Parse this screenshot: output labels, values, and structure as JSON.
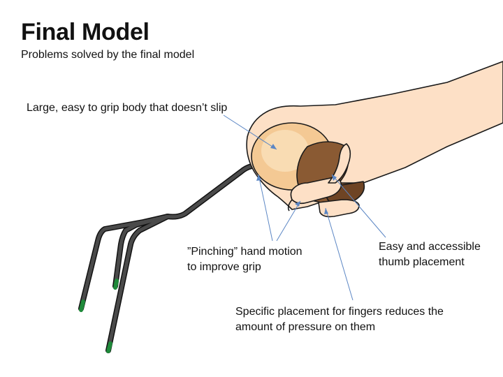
{
  "slide": {
    "title": "Final Model",
    "subtitle": "Problems solved by the final model"
  },
  "callouts": {
    "grip": "Large, easy to grip body that doesn’t slip",
    "pinch_line1": "”Pinching” hand motion",
    "pinch_line2": "to improve grip",
    "thumb_line1": "Easy and accessible",
    "thumb_line2": "thumb placement",
    "fingers_line1": "Specific placement for fingers reduces the",
    "fingers_line2": "amount of pressure on them"
  },
  "colors": {
    "skin": "#fde0c6",
    "skin_outline": "#1a1a1a",
    "handle_light": "#f4c994",
    "handle_dark": "#8a5a33",
    "wire": "#3d3d3d",
    "tip": "#1f8a3a",
    "leader": "#5b86c4"
  }
}
